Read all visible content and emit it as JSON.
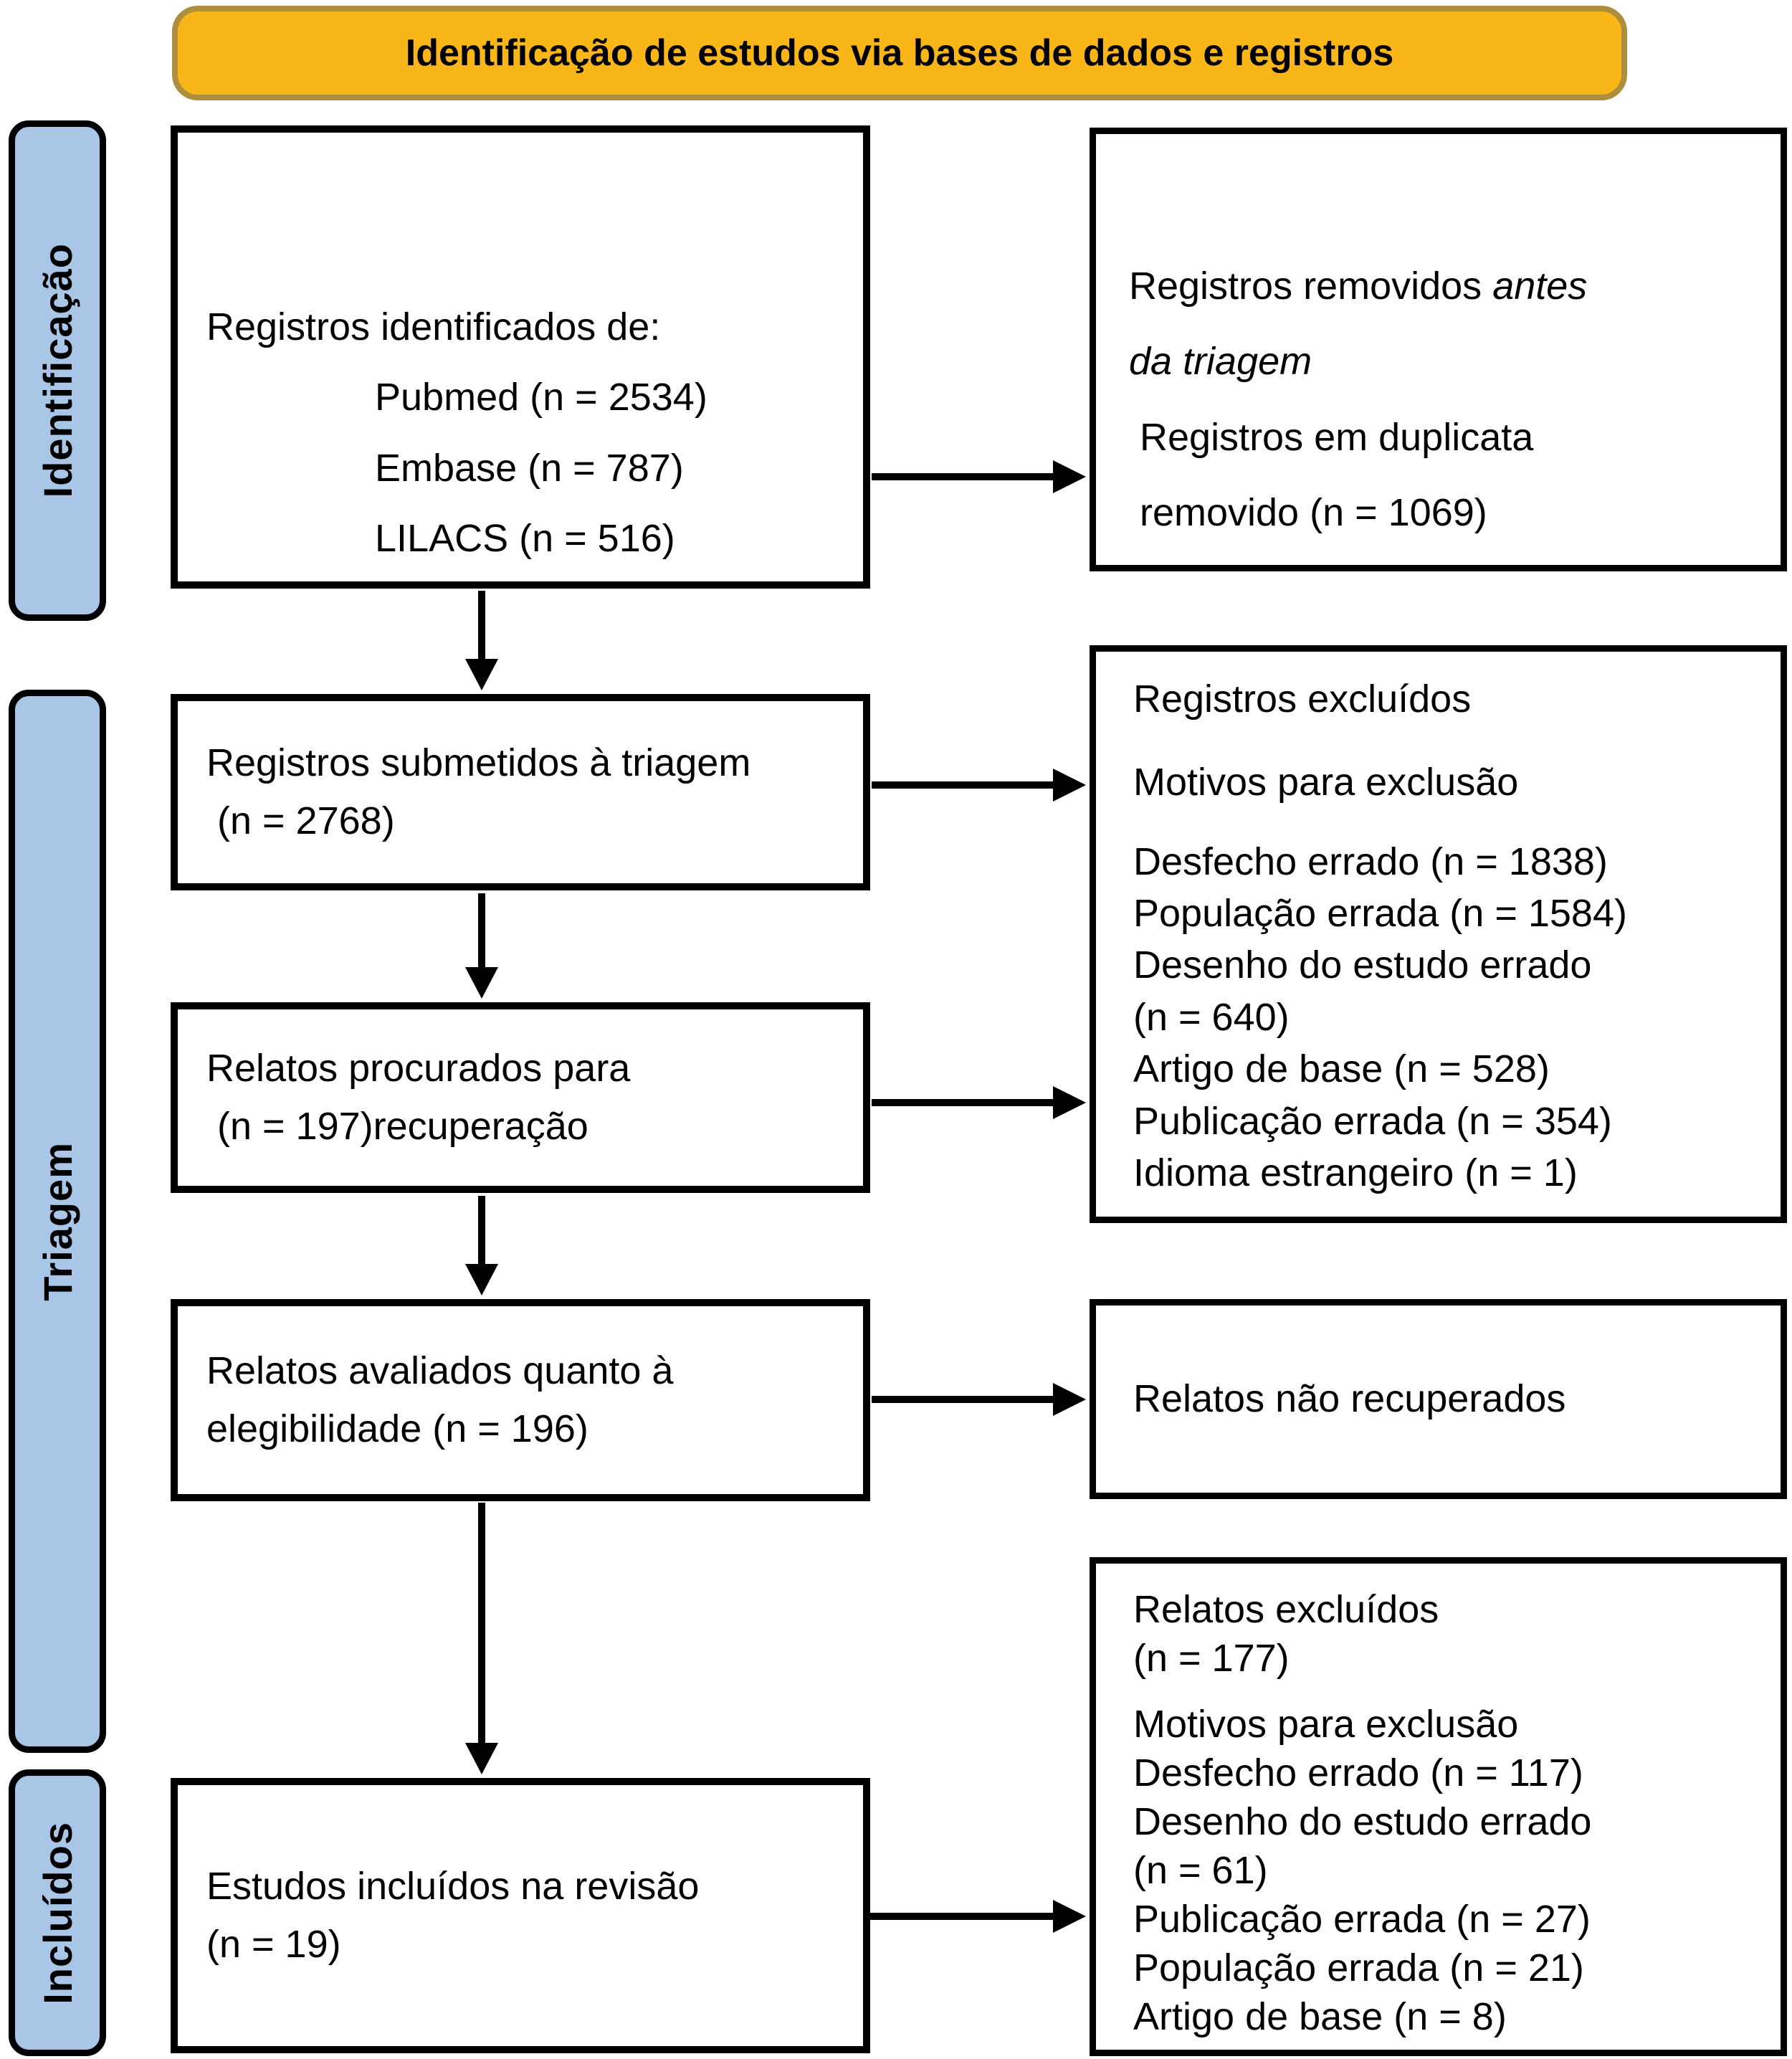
{
  "header": {
    "title": "Identificação de estudos via bases de dados e registros"
  },
  "sidebar": {
    "identification": "Identificação",
    "screening": "Triagem",
    "included": "Incluídos"
  },
  "left_boxes": {
    "identified": {
      "intro": "Registros identificados de:",
      "sources": [
        "Pubmed (n = 2534)",
        "Embase (n = 787)",
        "LILACS (n = 516)"
      ]
    },
    "screened": {
      "line1": "Registros submetidos à triagem",
      "line2": " (n = 2768)"
    },
    "sought": {
      "line1": "Relatos procurados para",
      "line2": " (n = 197)recuperação"
    },
    "assessed": {
      "line1": "Relatos avaliados quanto à",
      "line2": "elegibilidade (n = 196)"
    },
    "included": {
      "line1": "Estudos incluídos na revisão",
      "line2": "(n = 19)"
    }
  },
  "right_boxes": {
    "removed_before_screening": {
      "title_normal": "Registros removidos ",
      "title_italic_line1": "antes",
      "title_italic_line2": "da triagem",
      "detail_line1": " Registros em duplicata",
      "detail_line2": " removido (n = 1069)"
    },
    "records_excluded": {
      "title": "Registros excluídos",
      "subtitle": "Motivos para exclusão",
      "reasons": [
        "Desfecho errado (n = 1838)",
        "População errada (n = 1584)",
        "Desenho do estudo errado",
        "(n = 640)",
        "Artigo de base (n = 528)",
        "Publicação errada (n = 354)",
        "Idioma estrangeiro (n = 1)"
      ]
    },
    "not_retrieved": {
      "title": "Relatos não recuperados"
    },
    "reports_excluded": {
      "title_line1": "Relatos excluídos",
      "title_line2": "(n = 177)",
      "subtitle": "Motivos para exclusão",
      "reasons": [
        "Desfecho errado (n = 117)",
        "Desenho do estudo errado",
        "(n = 61)",
        "Publicação errada (n = 27)",
        "População errada (n = 21)",
        "Artigo de base (n = 8)"
      ]
    }
  },
  "colors": {
    "header_bg": "#F8B618",
    "header_border": "#AE8E3C",
    "stage_bg": "#A9C6E7",
    "box_border": "#000000",
    "arrow": "#000000"
  }
}
